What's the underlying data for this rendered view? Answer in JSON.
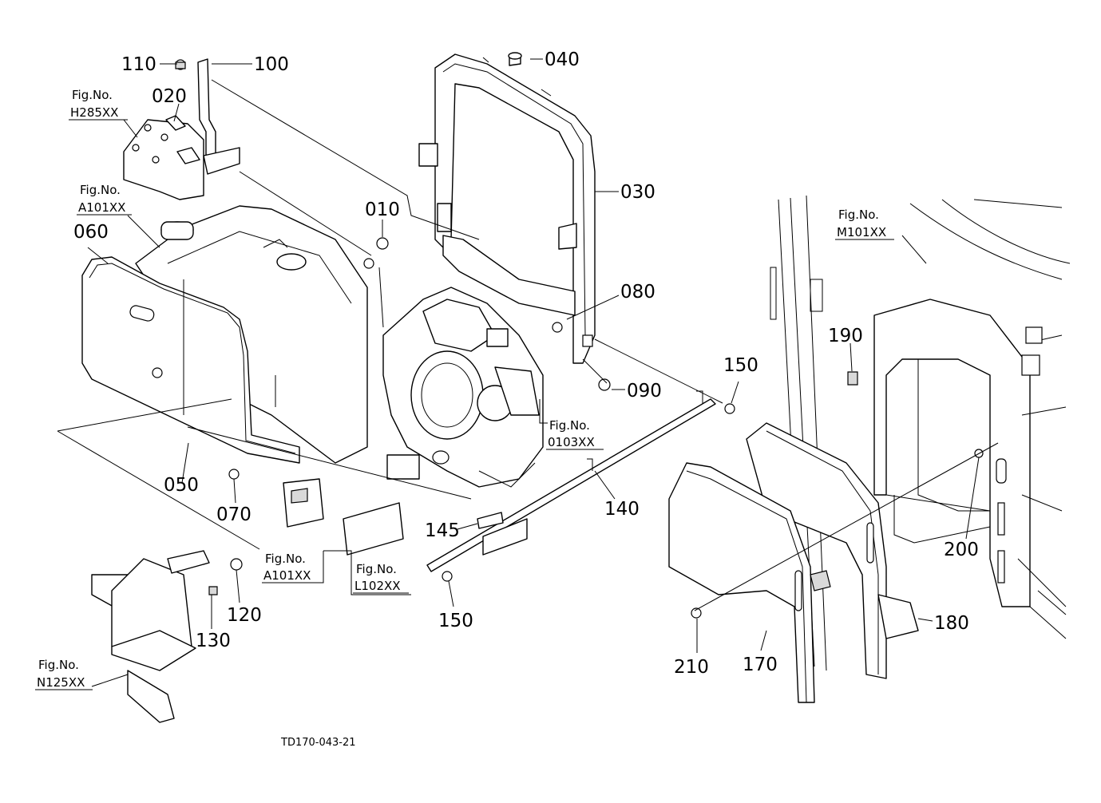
{
  "drawing_code": "TD170-043-21",
  "parts": {
    "p010": "010",
    "p020": "020",
    "p030": "030",
    "p040": "040",
    "p050": "050",
    "p060": "060",
    "p070": "070",
    "p080": "080",
    "p090": "090",
    "p100": "100",
    "p110": "110",
    "p120": "120",
    "p130": "130",
    "p140": "140",
    "p145": "145",
    "p150a": "150",
    "p150b": "150",
    "p170": "170",
    "p180": "180",
    "p190": "190",
    "p200": "200",
    "p210": "210"
  },
  "figure_refs": {
    "h285": {
      "label": "Fig.No.",
      "code": "H285XX"
    },
    "a101_top": {
      "label": "Fig.No.",
      "code": "A101XX"
    },
    "m101": {
      "label": "Fig.No.",
      "code": "M101XX"
    },
    "o103": {
      "label": "Fig.No.",
      "code": "0103XX"
    },
    "a101_bottom": {
      "label": "Fig.No.",
      "code": "A101XX"
    },
    "l102": {
      "label": "Fig.No.",
      "code": "L102XX"
    },
    "n125": {
      "label": "Fig.No.",
      "code": "N125XX"
    }
  }
}
